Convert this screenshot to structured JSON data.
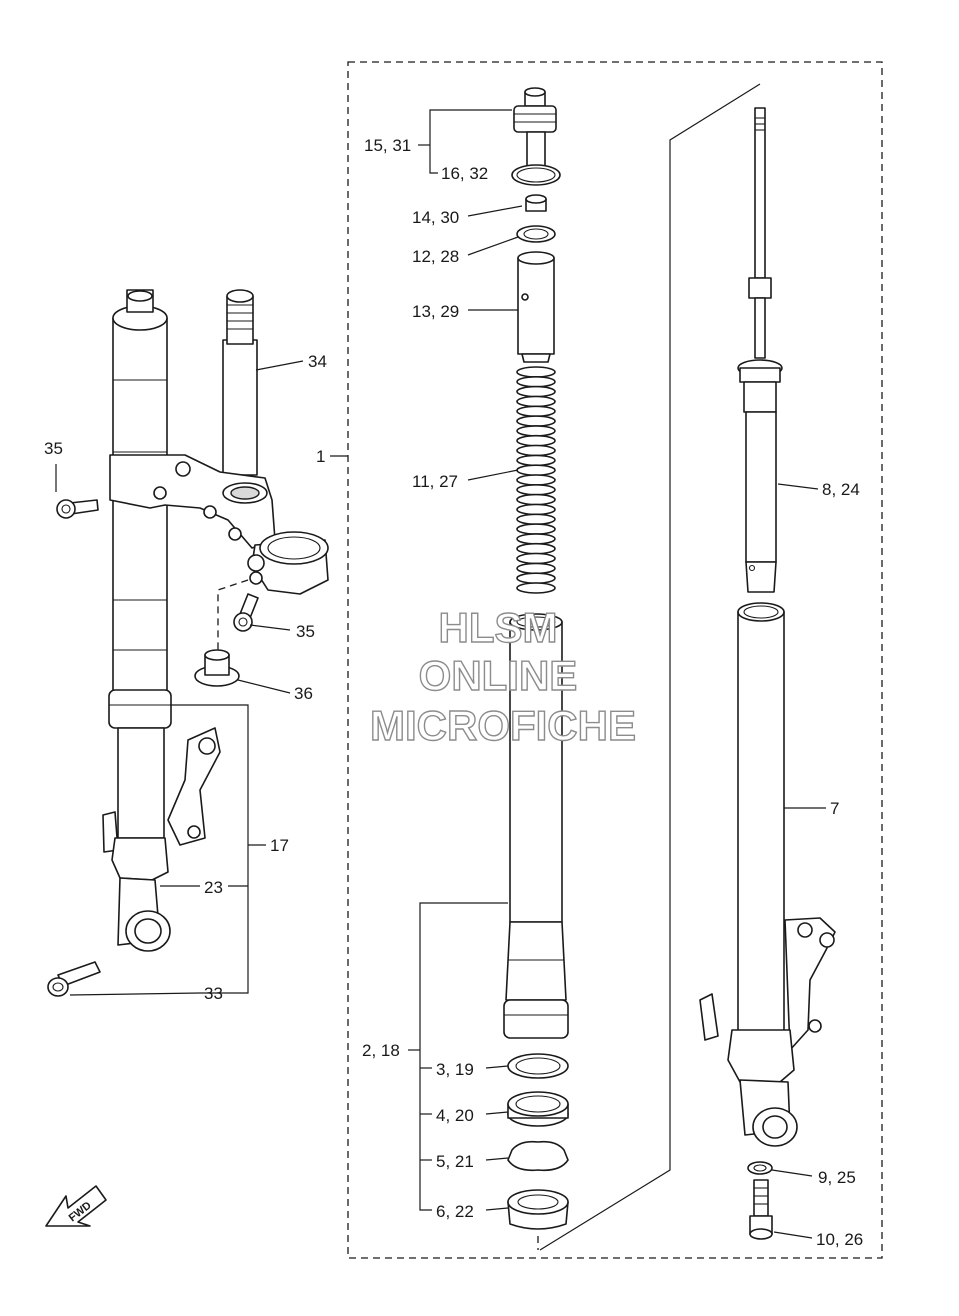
{
  "callouts": {
    "c1": "1",
    "c2_18": "2, 18",
    "c3_19": "3, 19",
    "c4_20": "4, 20",
    "c5_21": "5, 21",
    "c6_22": "6, 22",
    "c7": "7",
    "c8_24": "8, 24",
    "c9_25": "9, 25",
    "c10_26": "10, 26",
    "c11_27": "11, 27",
    "c12_28": "12, 28",
    "c13_29": "13, 29",
    "c14_30": "14, 30",
    "c15_31": "15, 31",
    "c16_32": "16, 32",
    "c17": "17",
    "c23": "23",
    "c33": "33",
    "c34": "34",
    "c35a": "35",
    "c35b": "35",
    "c36": "36"
  },
  "watermark": {
    "line1": "HLSM",
    "line2": "ONLINE",
    "line3": "MICROFICHE"
  },
  "direction_badge": "FWD",
  "colors": {
    "line": "#1a1a1a",
    "watermark_outline": "#8c8c8c",
    "background": "#ffffff"
  }
}
